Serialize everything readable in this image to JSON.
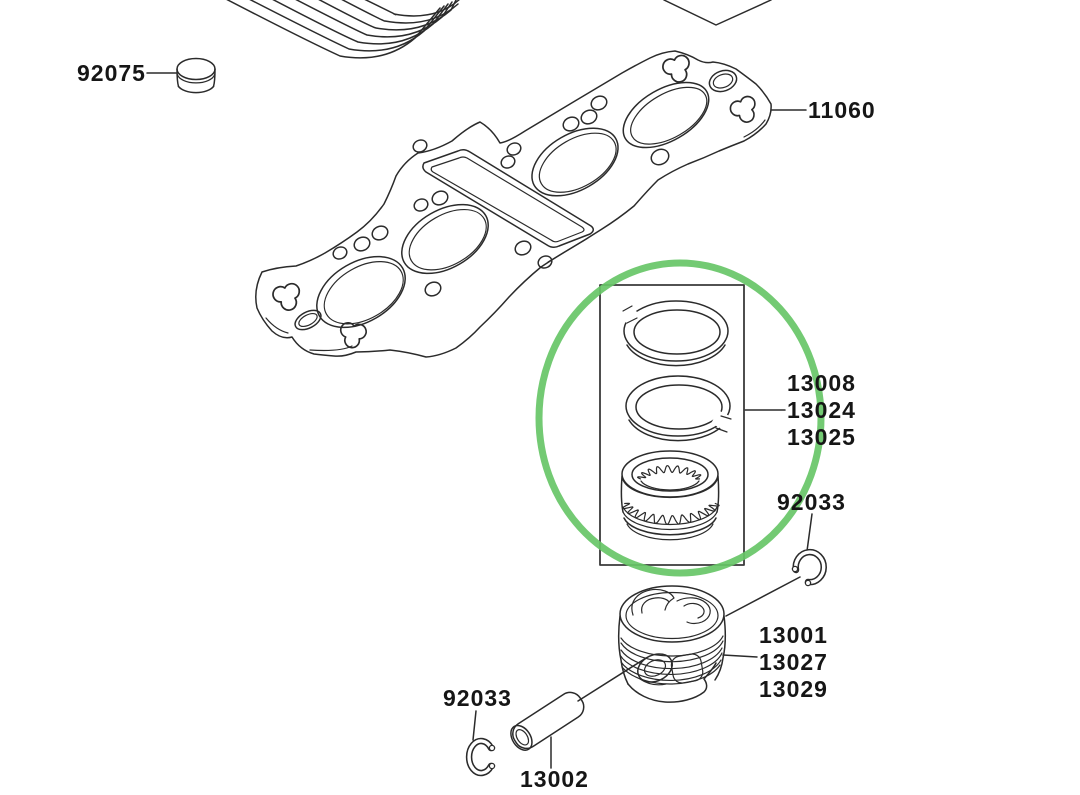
{
  "diagram": {
    "kind": "exploded-engine-parts-diagram",
    "colors": {
      "background": "#ffffff",
      "line": "#2b2b2b",
      "highlight_circle": "#67c567"
    }
  },
  "labels": [
    {
      "id": "plug",
      "text": "92075"
    },
    {
      "id": "head-gasket",
      "text": "11060"
    },
    {
      "id": "ring-top",
      "text": "13008"
    },
    {
      "id": "ring-second",
      "text": "13024"
    },
    {
      "id": "ring-oil",
      "text": "13025"
    },
    {
      "id": "circlip-upper",
      "text": "92033"
    },
    {
      "id": "piston",
      "text": "13001"
    },
    {
      "id": "piston-std",
      "text": "13027"
    },
    {
      "id": "piston-os",
      "text": "13029"
    },
    {
      "id": "circlip-lower",
      "text": "92033"
    },
    {
      "id": "piston-pin",
      "text": "13002"
    }
  ]
}
